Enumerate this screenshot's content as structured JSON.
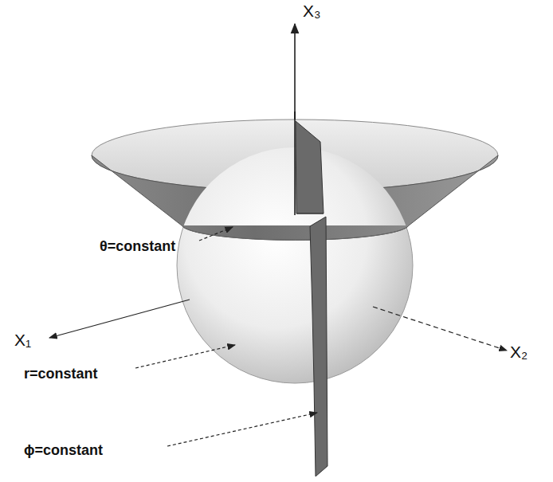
{
  "diagram": {
    "labels": [
      "X₃",
      "θ=constant",
      "X₁",
      "r=constant",
      "X₂",
      "ϕ=constant"
    ]
  }
}
